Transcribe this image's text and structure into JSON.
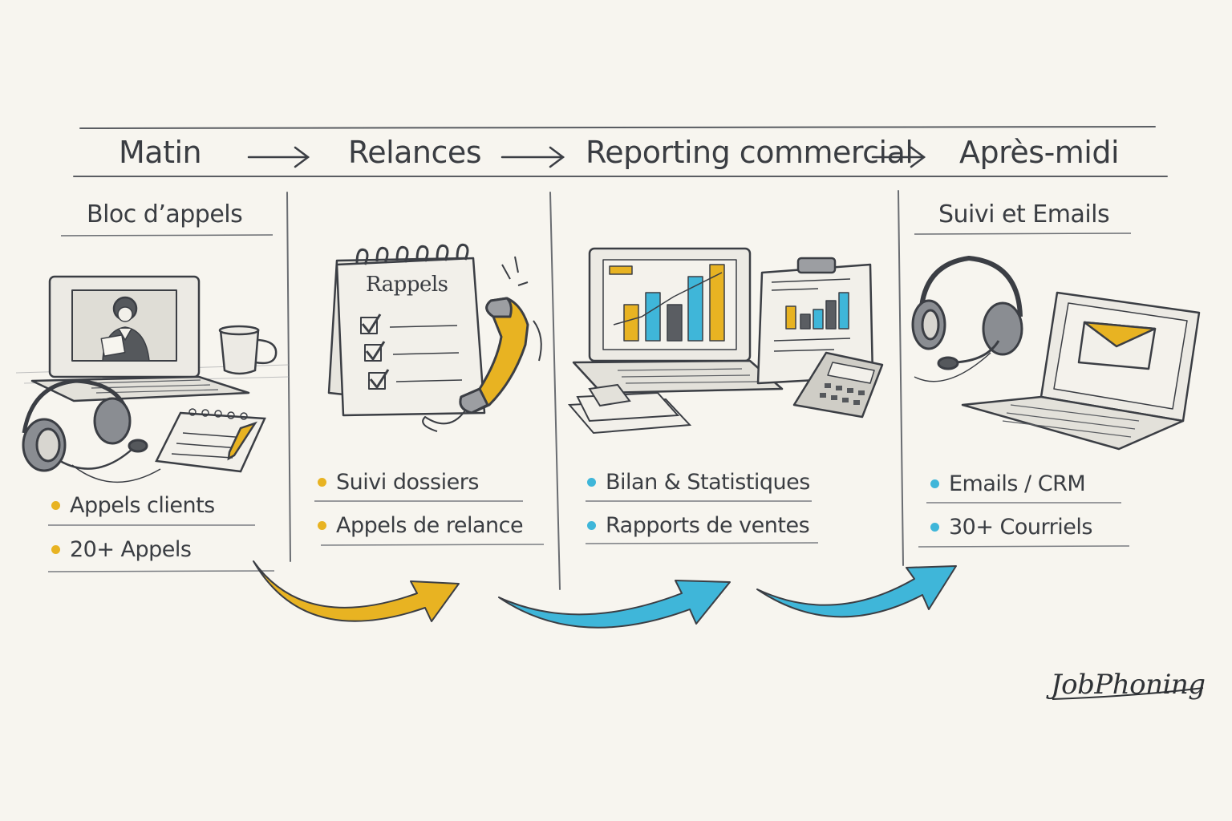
{
  "stages": [
    {
      "heading": "Matin",
      "subtitle": "Bloc d’appels",
      "bullets": [
        "Appels clients",
        "20+ Appels"
      ],
      "bullet_color": "#e8b322"
    },
    {
      "heading": "Relances",
      "subtitle": "",
      "bullets": [
        "Suivi dossiers",
        "Appels de relance"
      ],
      "bullet_color": "#e8b322",
      "calendar_label": "Rappels"
    },
    {
      "heading": "Reporting commercial",
      "subtitle": "",
      "bullets": [
        "Bilan & Statistiques",
        "Rapports de ventes"
      ],
      "bullet_color": "#3fb6d9"
    },
    {
      "heading": "Après-midi",
      "subtitle": "Suivi et Emails",
      "bullets": [
        "Emails / CRM",
        "30+ Courriels"
      ],
      "bullet_color": "#3fb6d9"
    }
  ],
  "icons": [
    "laptop-video-call-icon",
    "headset-icon",
    "coffee-mug-icon",
    "notepad-pencil-icon",
    "calendar-checklist-icon",
    "telephone-handset-icon",
    "laptop-bar-chart-icon",
    "clipboard-chart-icon",
    "calculator-icon",
    "papers-icon",
    "headset-microphone-icon",
    "laptop-email-icon"
  ],
  "colors": {
    "accent_yellow": "#e8b322",
    "accent_blue": "#3fb6d9",
    "ink": "#3b3e44",
    "paper": "#f7f5ef"
  },
  "brand": "JobPhoning"
}
